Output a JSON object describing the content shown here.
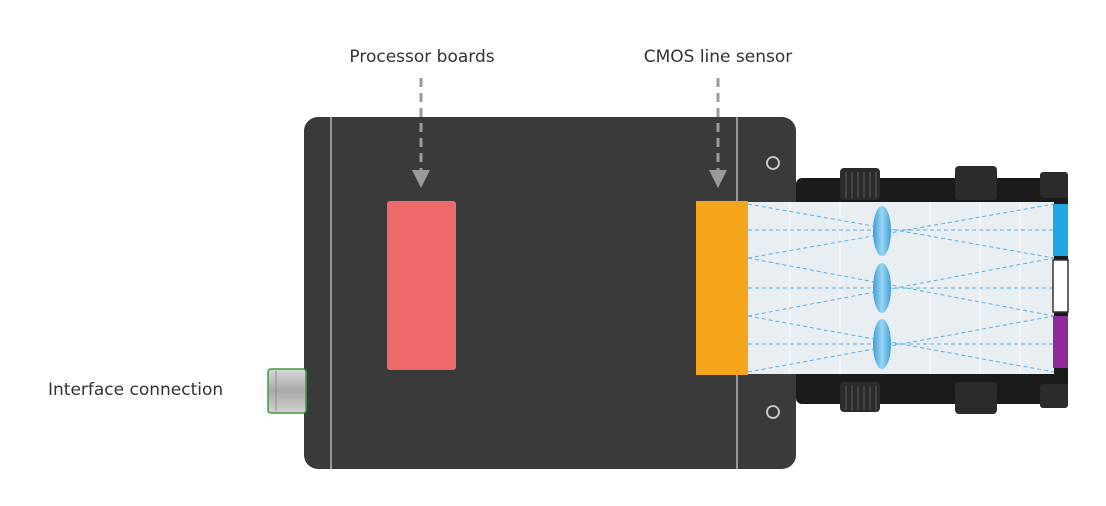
{
  "labels": {
    "processor_boards": "Processor boards",
    "cmos_line_sensor": "CMOS line sensor",
    "interface_connection": "Interface connection"
  },
  "colors": {
    "camera_body": "#3a3a3a",
    "processor_board": "#ee6a6a",
    "cmos_sensor": "#f5a51c",
    "light_paths": "#58b4e6",
    "lens": "#5fb6e8",
    "source_blue": "#1ea7e4",
    "source_white": "#ffffff",
    "source_purple": "#8e2a9a",
    "lens_housing": "#1b1b1b",
    "connector": "#b9b9b9",
    "connector_edge": "#3f9a3f"
  }
}
